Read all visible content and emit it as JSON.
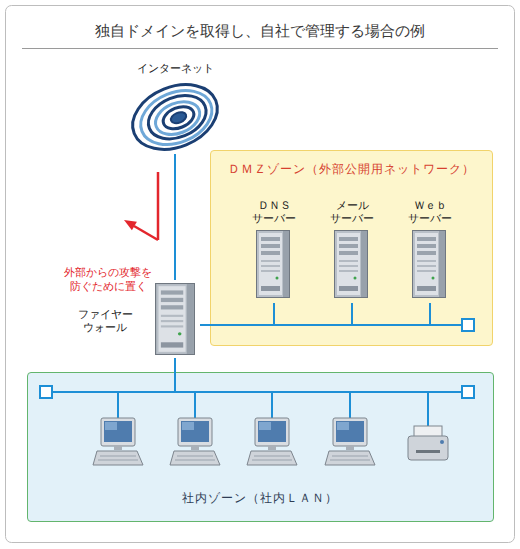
{
  "diagram": {
    "title": "独自ドメインを取得し、自社で管理する場合の例",
    "nodes": [
      {
        "text": [
          "インターネット"
        ]
      },
      {
        "text": [
          "ファイヤー ウォール"
        ]
      },
      {
        "text": [
          "ＤＭＺゾーン（外部公開用ネットワーク）"
        ]
      },
      {
        "text": [
          "ＤＮＳ サーバー"
        ],
        "in": 2
      },
      {
        "text": [
          "メール サーバー"
        ],
        "in": 2
      },
      {
        "text": [
          "Ｗｅｂ サーバー"
        ],
        "in": 2
      },
      {
        "text": [
          "社内ゾーン（社内ＬＡＮ）"
        ]
      }
    ],
    "edges": [
      {
        "from": 0,
        "to": 1,
        "arrow": "none"
      },
      {
        "from": 1,
        "to": 3,
        "arrow": "none"
      },
      {
        "from": 1,
        "to": 4,
        "arrow": "none"
      },
      {
        "from": 1,
        "to": 5,
        "arrow": "none"
      },
      {
        "from": 1,
        "to": 6,
        "arrow": "none"
      }
    ],
    "labels": [
      "外部からの攻撃を 防ぐために置く"
    ]
  }
}
